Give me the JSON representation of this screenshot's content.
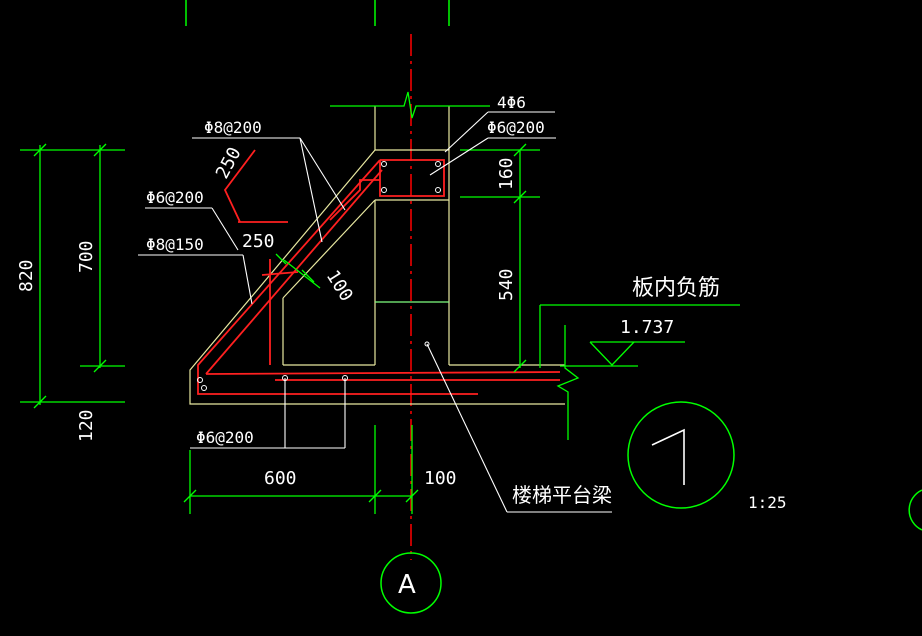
{
  "drawing": {
    "top_labels": {
      "rebar_top": "4Φ6",
      "stirrup_top": "Φ6@200"
    },
    "left_labels": {
      "slab_bar": "Φ8@200",
      "dist_bar": "Φ6@200",
      "slab_bottom": "Φ8@150",
      "bottom_stirrup": "Φ6@200"
    },
    "dims": {
      "total_height": "820",
      "slab_height": "700",
      "bottom_height": "120",
      "beam_top": "160",
      "beam_height": "540",
      "bend_250a": "250",
      "bend_250b": "250",
      "thickness_100": "100",
      "width_600": "600",
      "offset_100": "100"
    },
    "notes": {
      "neg_bar": "板内负筋",
      "elevation": "1.737",
      "beam_name": "楼梯平台梁",
      "detail_no": "1",
      "scale": "1:25",
      "axis": "A"
    }
  },
  "colors": {
    "background": "#000000",
    "dimension": "#00ff00",
    "rebar": "#ff0000",
    "outline": "#ffff80",
    "axis": "#ff0000",
    "text": "#ffffff"
  }
}
